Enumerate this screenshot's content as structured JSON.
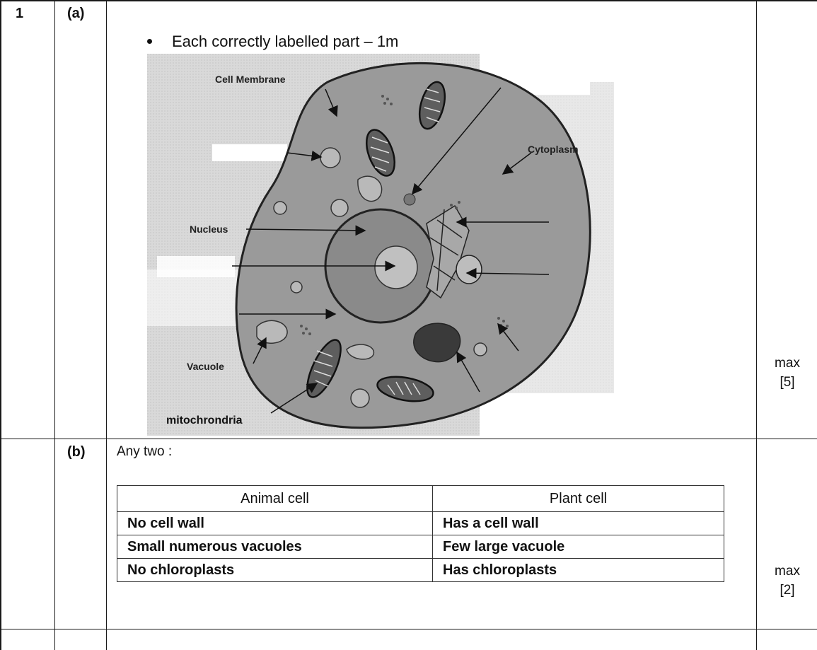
{
  "question": {
    "number": "1",
    "part_a": {
      "label": "(a)",
      "bullet": "Each correctly labelled part – 1m",
      "marks": "max\n[5]",
      "diagram_labels": {
        "cell_membrane": "Cell Membrane",
        "cytoplasm": "Cytoplasm",
        "nucleus": "Nucleus",
        "vacuole": "Vacuole",
        "mitochondria": "mitochrondria"
      }
    },
    "part_b": {
      "label": "(b)",
      "intro": "Any two :",
      "marks": "max\n[2]",
      "table": {
        "headers": [
          "Animal cell",
          "Plant cell"
        ],
        "rows": [
          [
            "No cell wall",
            "Has a cell wall"
          ],
          [
            "Small numerous vacuoles",
            "Few large vacuole"
          ],
          [
            "No chloroplasts",
            "Has chloroplasts"
          ]
        ]
      }
    }
  }
}
